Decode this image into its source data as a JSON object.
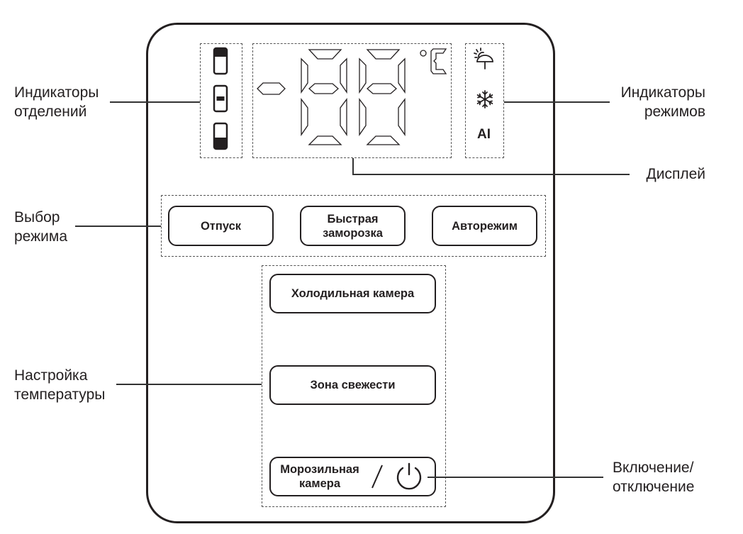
{
  "callouts": {
    "compartment_indicators": [
      "Индикаторы",
      "отделений"
    ],
    "mode_select": [
      "Выбор",
      "режима"
    ],
    "temp_setting": [
      "Настройка",
      "температуры"
    ],
    "mode_indicators": [
      "Индикаторы",
      "режимов"
    ],
    "display": "Дисплей",
    "power": [
      "Включение/",
      "отключение"
    ]
  },
  "display": {
    "unit": "°C",
    "digits_shown": "-88"
  },
  "mode_indicator_icons": [
    "vacation-icon",
    "snowflake-icon",
    "ai-icon"
  ],
  "mode_indicator_ai_label": "AI",
  "mode_buttons": [
    {
      "label": [
        "Отпуск"
      ]
    },
    {
      "label": [
        "Быстрая",
        "заморозка"
      ]
    },
    {
      "label": [
        "Авторежим"
      ]
    }
  ],
  "temp_buttons": [
    {
      "label": [
        "Холодильная камера"
      ]
    },
    {
      "label": [
        "Зона свежести"
      ]
    },
    {
      "label": [
        "Морозильная",
        "камера"
      ],
      "icon": "power-icon"
    }
  ],
  "colors": {
    "ink": "#231f20",
    "dash": "#555555"
  }
}
